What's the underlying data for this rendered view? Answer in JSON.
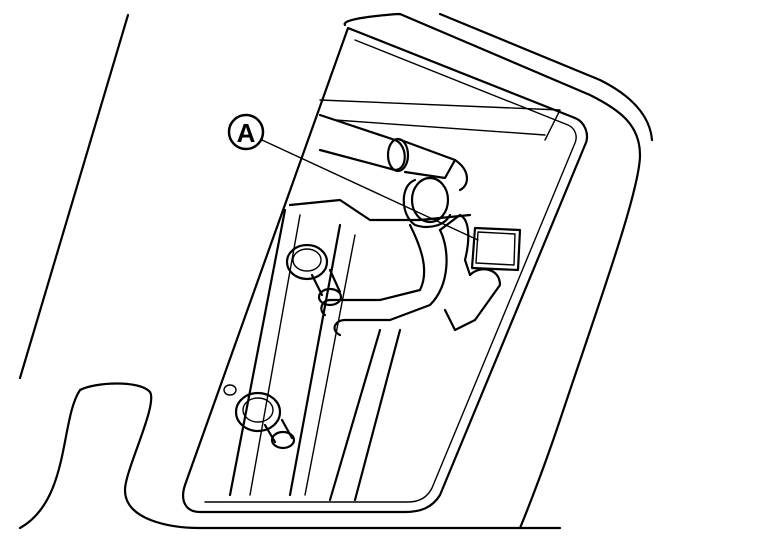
{
  "callouts": [
    {
      "id": "A",
      "label": "A",
      "target": "connector"
    }
  ],
  "colors": {
    "ink": "#000000",
    "background": "#ffffff",
    "connector_fill": "#bdbdbd"
  }
}
